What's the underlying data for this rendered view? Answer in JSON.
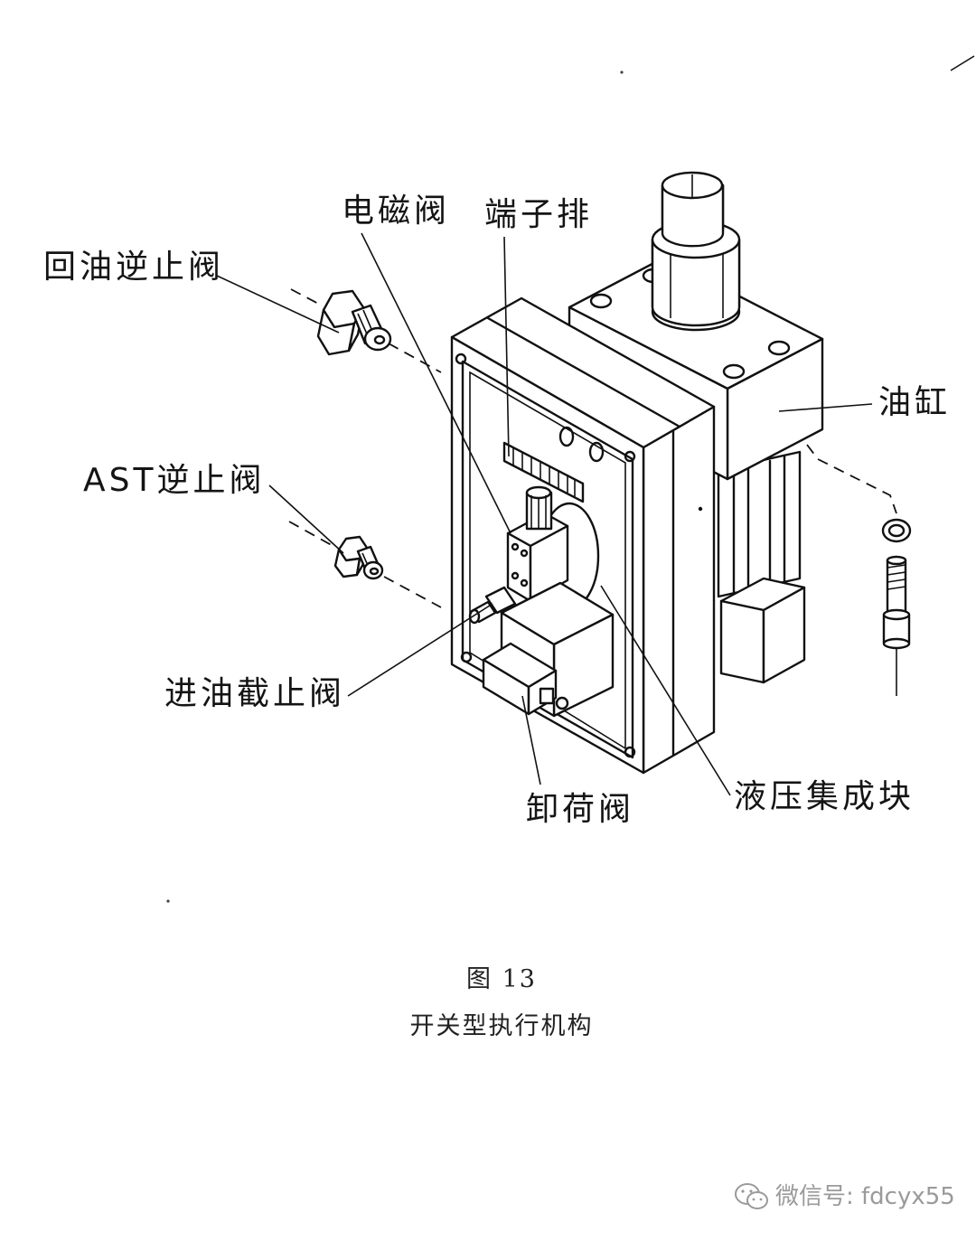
{
  "labels": {
    "return_check_valve": "回油逆止阀",
    "solenoid_valve": "电磁阀",
    "terminal_block": "端子排",
    "oil_cylinder": "油缸",
    "ast_check_valve": "AST逆止阀",
    "inlet_stop_valve": "进油截止阀",
    "unloading_valve": "卸荷阀",
    "hydraulic_block": "液压集成块"
  },
  "caption": {
    "figure_number": "图 13",
    "title": "开关型执行机构"
  },
  "watermark": {
    "text": "微信号: fdcyx55",
    "icon": "wechat-icon"
  }
}
